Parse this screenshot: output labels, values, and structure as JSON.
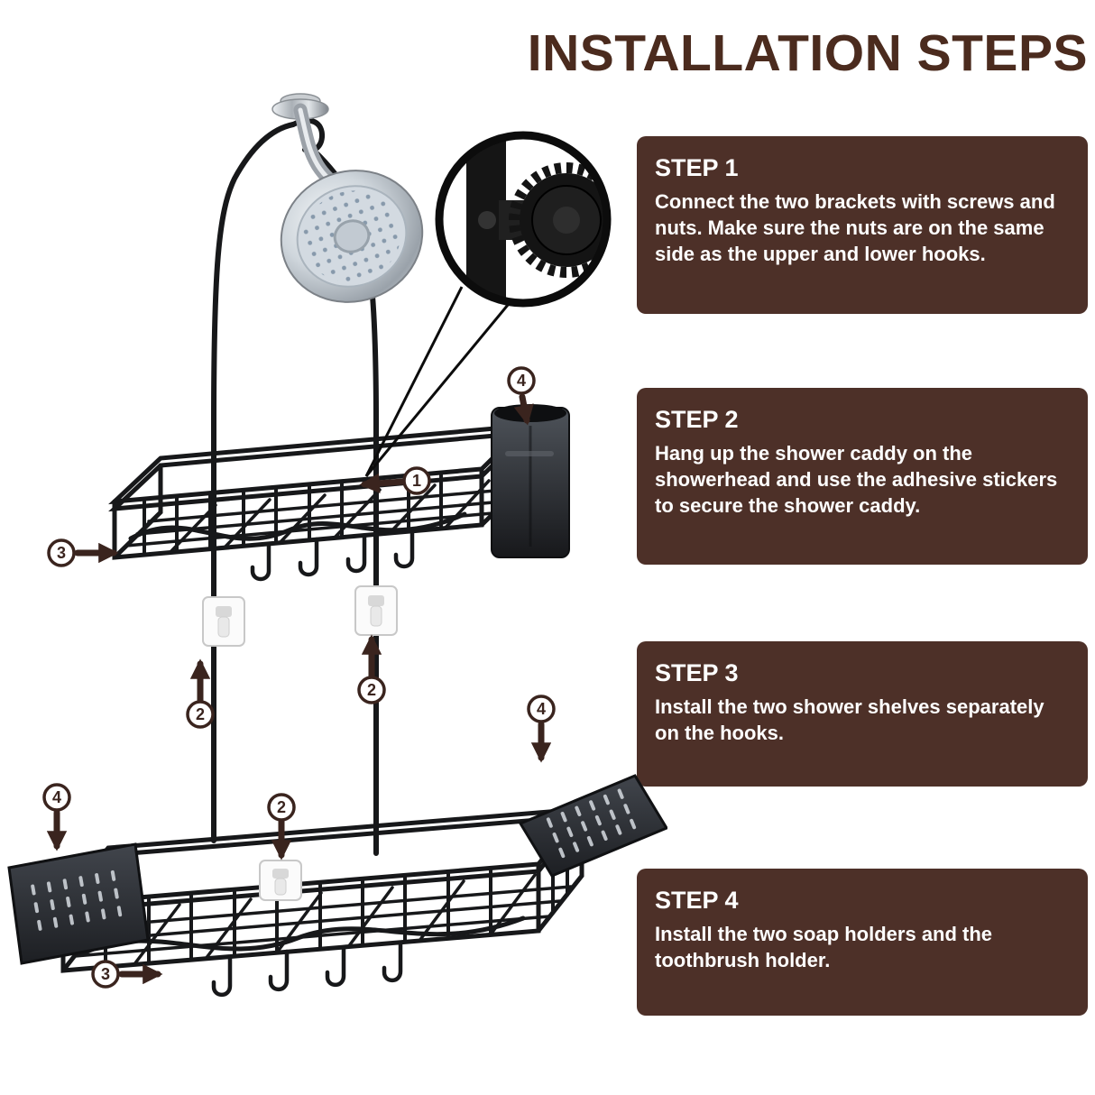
{
  "title": "INSTALLATION STEPS",
  "colors": {
    "title_brown": "#4b2b1e",
    "panel_brown": "#4d3028",
    "arrow_dark": "#3a241e",
    "wire_black": "#17181a"
  },
  "steps": [
    {
      "label": "STEP 1",
      "text": "Connect the two brackets with screws and nuts. Make sure the nuts are on the same side as the upper and lower hooks."
    },
    {
      "label": "STEP 2",
      "text": "Hang up the shower caddy on the showerhead and use the adhesive stickers to secure the shower caddy."
    },
    {
      "label": "STEP 3",
      "text": "Install the two shower shelves separately on the hooks."
    },
    {
      "label": "STEP 4",
      "text": "Install the two soap holders and the toothbrush holder."
    }
  ],
  "callouts": [
    "1",
    "2",
    "2",
    "2",
    "3",
    "3",
    "4",
    "4",
    "4"
  ],
  "illustration_parts": [
    "showerhead",
    "hanging-hook-wires",
    "bracket-zoom-inset",
    "upper-shelf",
    "toothbrush-holder",
    "adhesive-stickers",
    "lower-shelf",
    "soap-holders"
  ]
}
